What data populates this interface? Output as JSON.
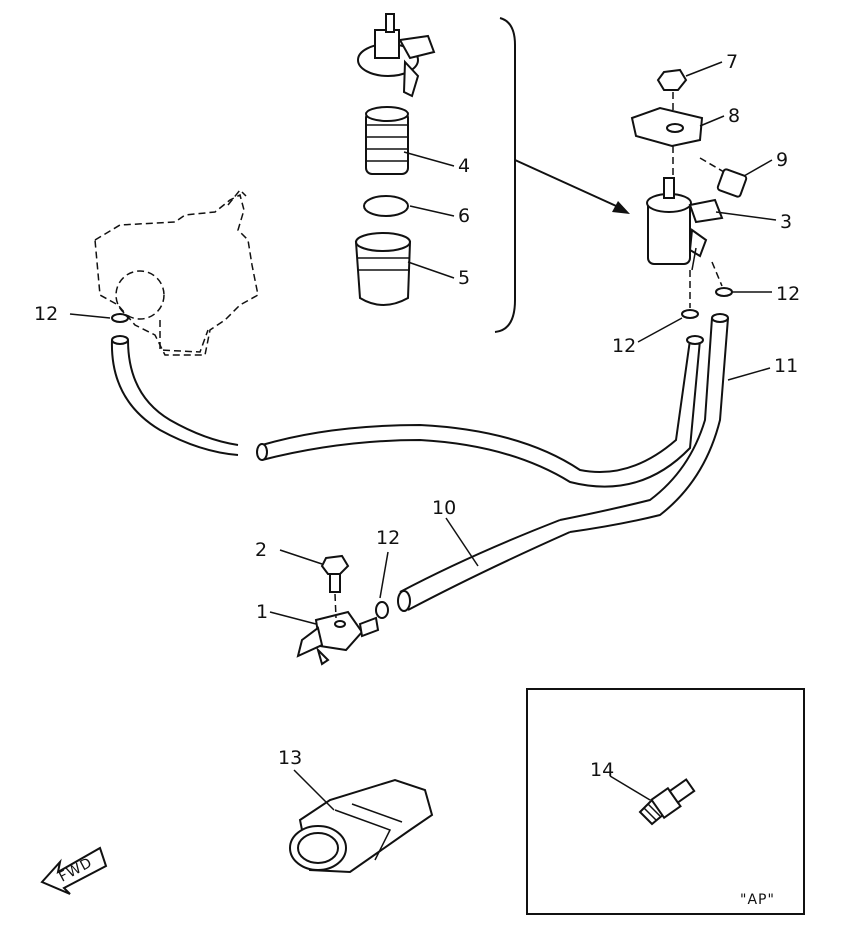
{
  "callouts": {
    "c1": "1",
    "c2": "2",
    "c3": "3",
    "c4": "4",
    "c5": "5",
    "c6": "6",
    "c7": "7",
    "c8": "8",
    "c9": "9",
    "c10": "10",
    "c11": "11",
    "c12a": "12",
    "c12b": "12",
    "c12c": "12",
    "c12d": "12",
    "c13": "13",
    "c14": "14"
  },
  "inset_label": "\"AP\"",
  "fwd_label": "FWD"
}
